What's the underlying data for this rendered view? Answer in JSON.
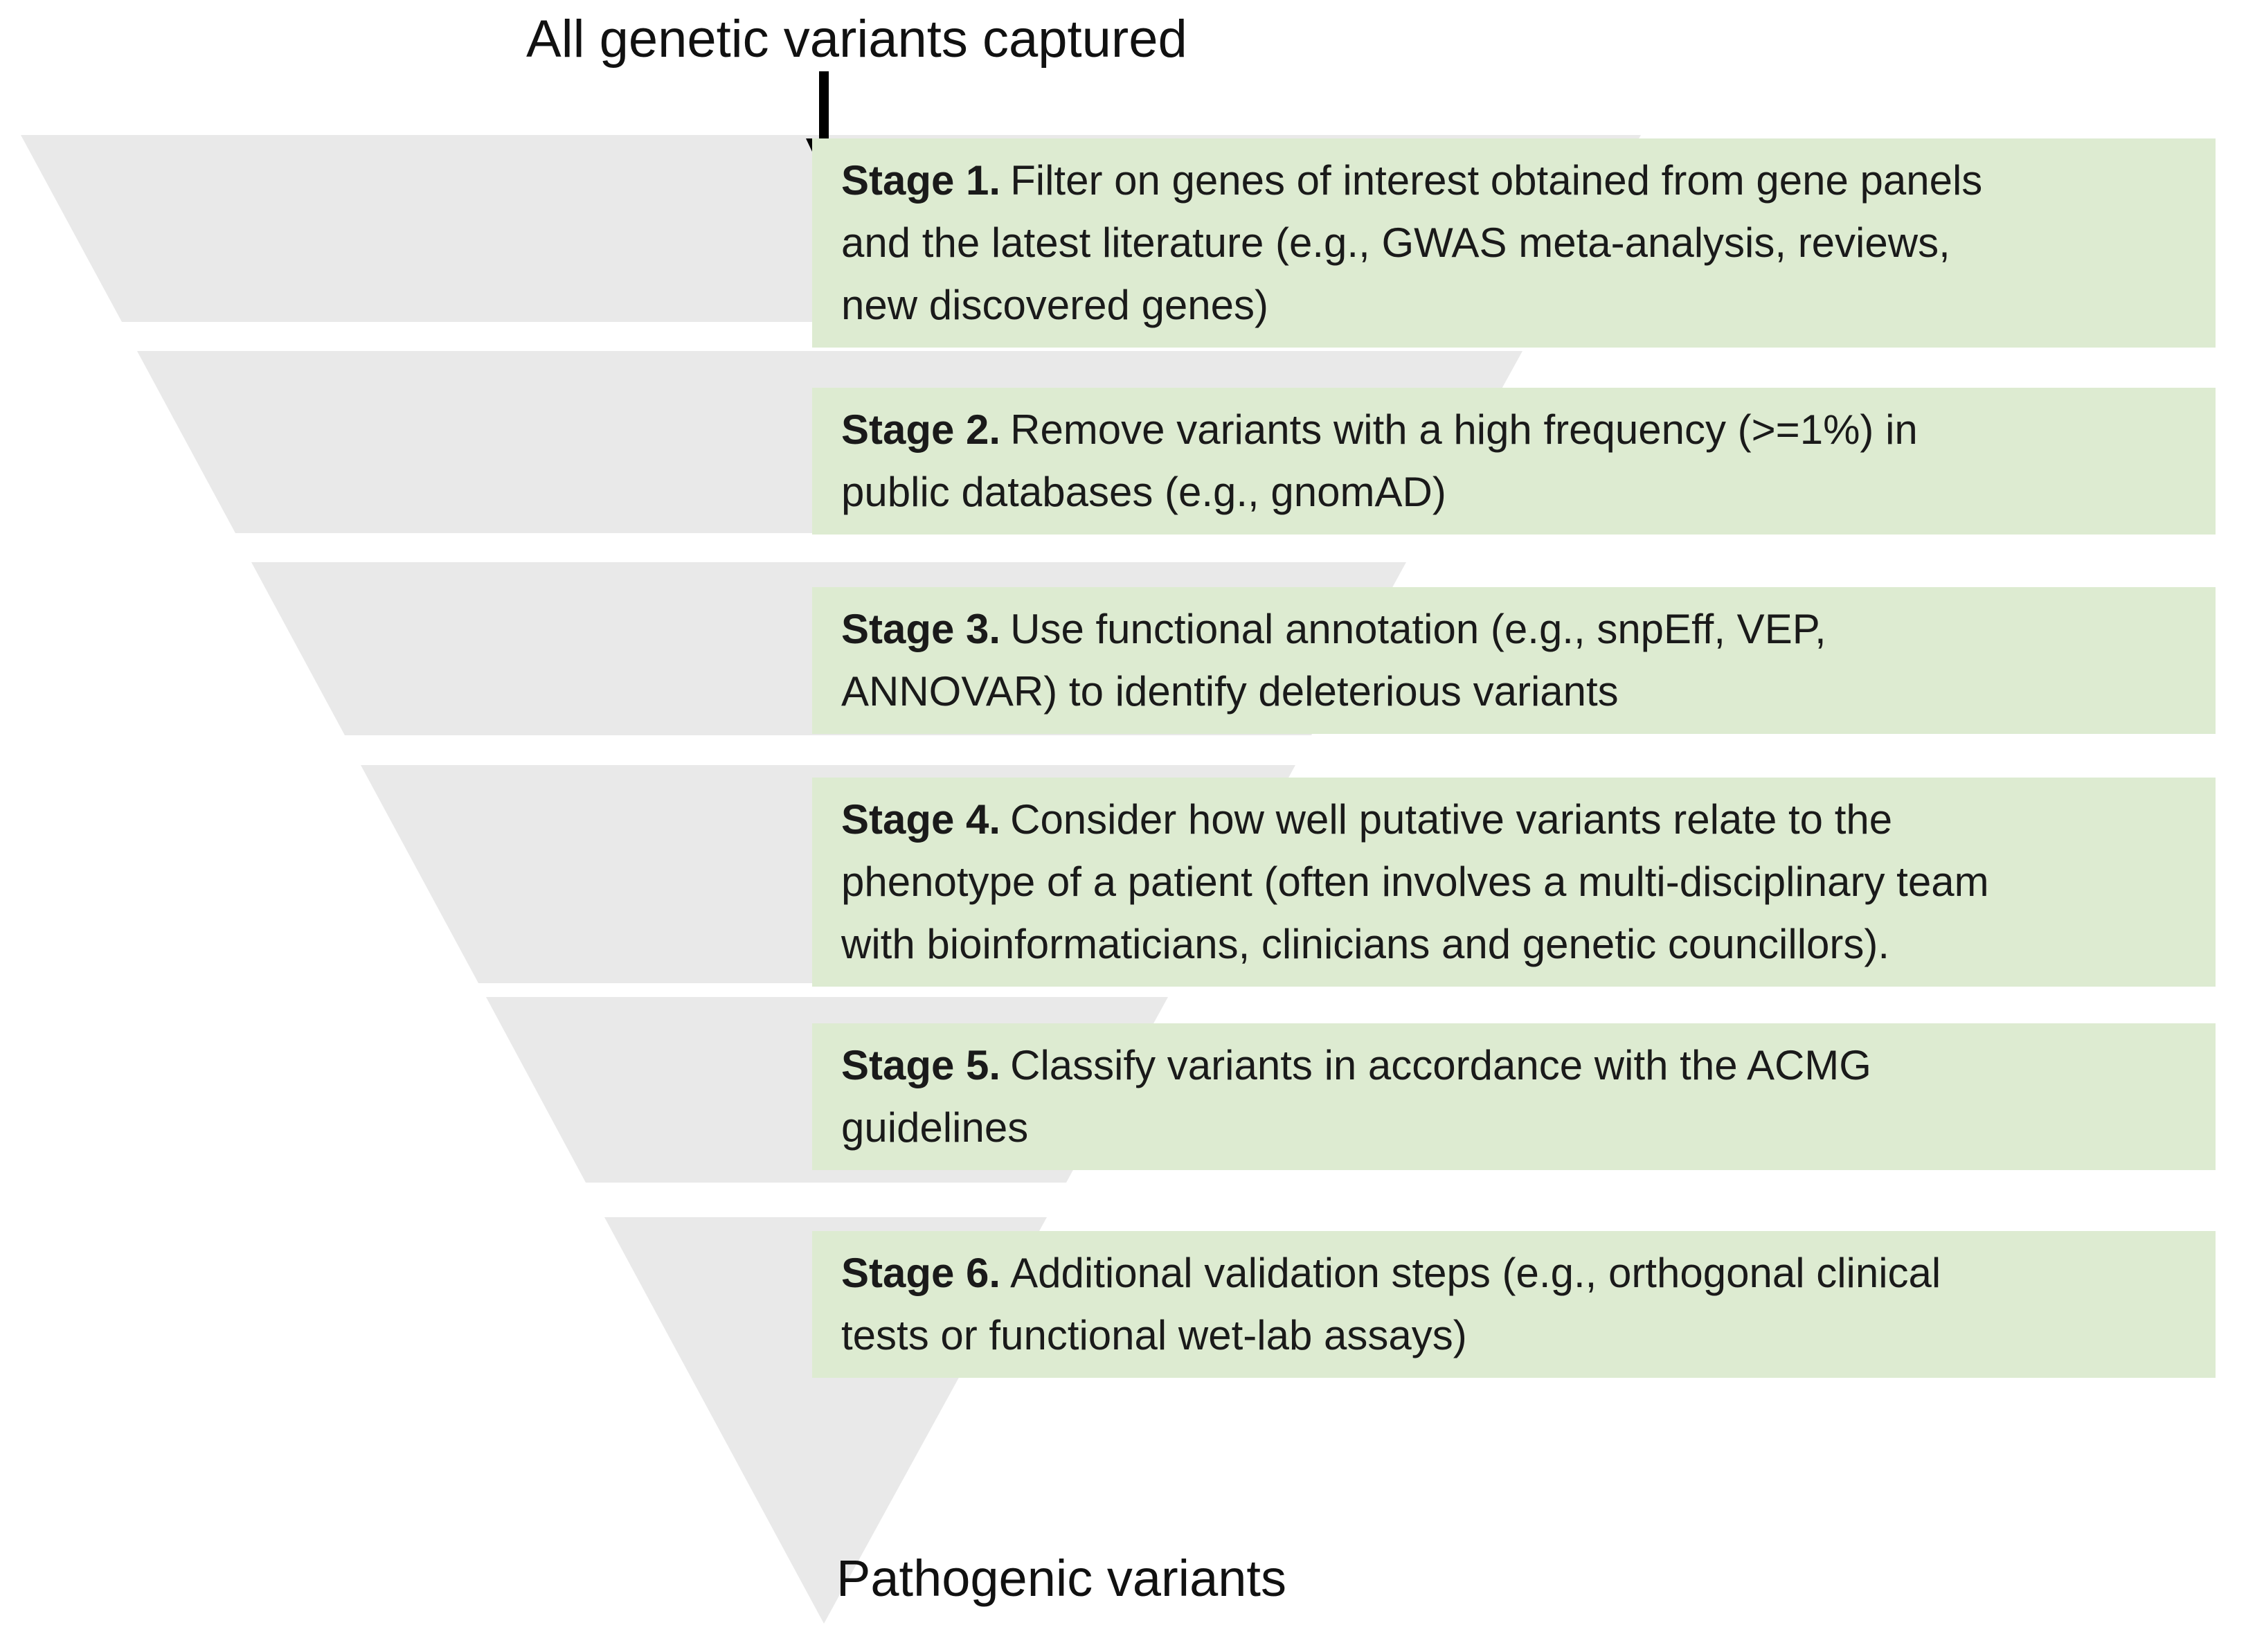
{
  "title": "All genetic variants captured",
  "bottom_label": "Pathogenic variants",
  "stages": [
    {
      "label": "Stage 1.",
      "line1": "Filter on genes of interest obtained from gene panels",
      "line2": "and the latest literature (e.g., GWAS meta-analysis, reviews,",
      "line3": "new discovered genes)"
    },
    {
      "label": "Stage 2.",
      "line1": "Remove variants with a high frequency (>=1%) in",
      "line2": "public databases (e.g., gnomAD)"
    },
    {
      "label": "Stage 3.",
      "line1": "Use functional annotation (e.g., snpEff, VEP,",
      "line2": "ANNOVAR) to identify deleterious variants"
    },
    {
      "label": "Stage 4.",
      "line1": "Consider how well putative variants relate to the",
      "line2": "phenotype of a patient (often involves a multi-disciplinary team",
      "line3": "with bioinformaticians, clinicians and genetic councillors)."
    },
    {
      "label": "Stage 5.",
      "line1": "Classify variants in accordance with the ACMG",
      "line2": "guidelines"
    },
    {
      "label": "Stage 6.",
      "line1": "Additional validation steps (e.g., orthogonal clinical",
      "line2": "tests or functional wet-lab assays)"
    }
  ],
  "colors": {
    "stage_box_background": "#ddebd1",
    "funnel_gray": "#e9e9e9",
    "text": "#1a1a1a",
    "arrow": "#000000",
    "page_background": "#ffffff"
  },
  "icons": {
    "down_arrow": "down-arrow-icon"
  }
}
